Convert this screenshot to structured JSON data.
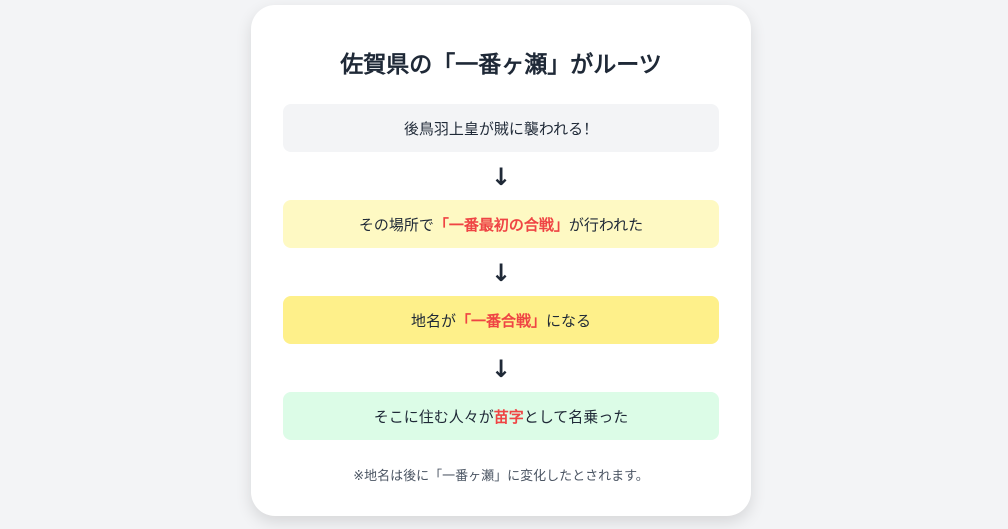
{
  "title": "佐賀県の「一番ヶ瀬」がルーツ",
  "steps": [
    {
      "pre": "後鳥羽上皇が賊に襲われる！",
      "highlight": "",
      "post": "",
      "bg": "#f3f4f6"
    },
    {
      "pre": "その場所で",
      "highlight": "「一番最初の合戦」",
      "post": "が行われた",
      "bg": "#fef9c3"
    },
    {
      "pre": "地名が",
      "highlight": "「一番合戦」",
      "post": "になる",
      "bg": "#fef08a"
    },
    {
      "pre": "そこに住む人々が",
      "highlight": "苗字",
      "post": "として名乗った",
      "bg": "#dcfce7"
    }
  ],
  "arrow": "↓",
  "note": "※地名は後に「一番ヶ瀬」に変化したとされます。",
  "colors": {
    "highlight": "#ef4444",
    "text": "#1f2937"
  }
}
